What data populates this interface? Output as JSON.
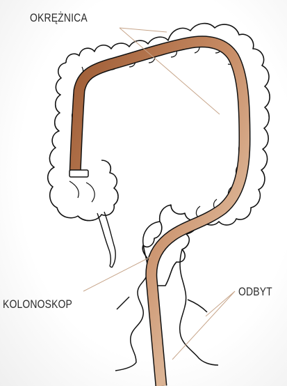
{
  "labels": {
    "okreznica": "OKRĘŻNICA",
    "kolonoskop": "KOLONOSKOP",
    "odbyt": "ODBYT"
  },
  "colors": {
    "scope_dark": "#9c5a33",
    "scope_light": "#e2c3a6",
    "outline": "#111111",
    "leader": "#c7a58a"
  }
}
